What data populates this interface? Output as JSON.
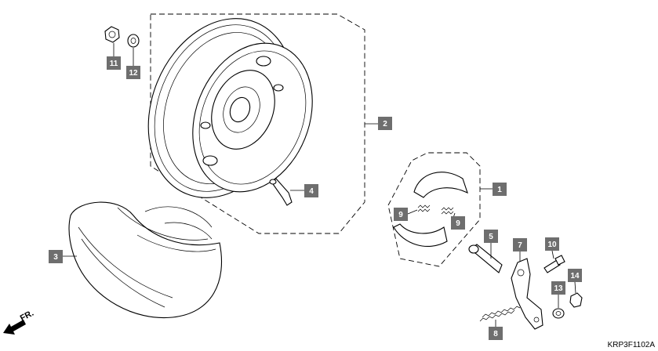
{
  "diagram": {
    "code": "KRP3F1102A",
    "direction_label": "FR.",
    "callouts": [
      {
        "num": "1"
      },
      {
        "num": "2"
      },
      {
        "num": "3"
      },
      {
        "num": "4"
      },
      {
        "num": "5"
      },
      {
        "num": "7"
      },
      {
        "num": "8"
      },
      {
        "num": "9"
      },
      {
        "num": "9"
      },
      {
        "num": "10"
      },
      {
        "num": "11"
      },
      {
        "num": "12"
      },
      {
        "num": "13"
      },
      {
        "num": "14"
      }
    ]
  }
}
